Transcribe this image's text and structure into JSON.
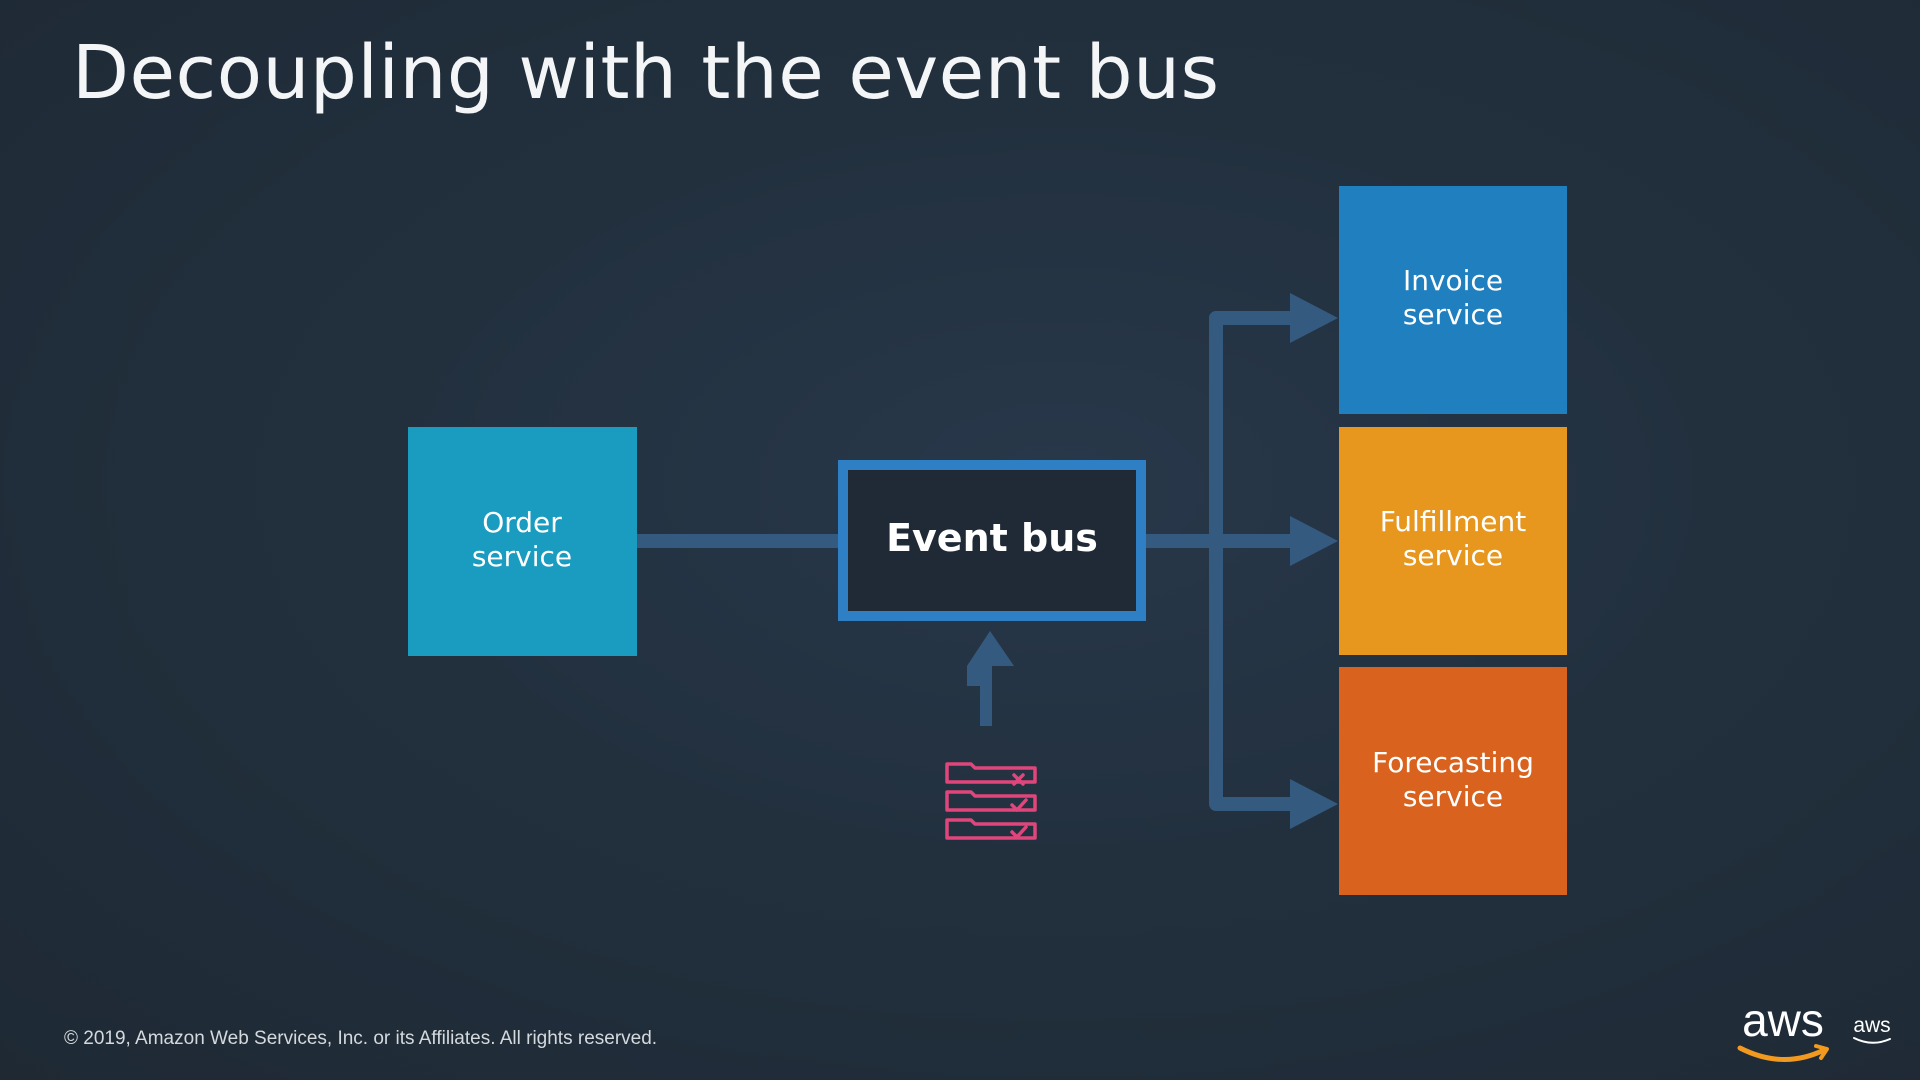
{
  "slide": {
    "title": "Decoupling with the event bus",
    "footer": "© 2019, Amazon Web Services, Inc. or its Affiliates. All rights reserved."
  },
  "diagram": {
    "producer": {
      "lines": [
        "Order",
        "service"
      ],
      "color": "#1a9bc0"
    },
    "event_bus": {
      "label": "Event bus",
      "border_color": "#2e7fc4",
      "fill_color": "#1f2a36"
    },
    "consumers": [
      {
        "lines": [
          "Invoice",
          "service"
        ],
        "color": "#1f7fbf"
      },
      {
        "lines": [
          "Fulfillment",
          "service"
        ],
        "color": "#e7961e"
      },
      {
        "lines": [
          "Forecasting",
          "service"
        ],
        "color": "#d9631e"
      }
    ],
    "connector_color": "#355a80",
    "rules_icon": {
      "name": "event-rules-icon",
      "color": "#e0457b"
    }
  },
  "branding": {
    "logo_text": "aws",
    "small_logo_text": "aws",
    "smile_color": "#f29a1f"
  }
}
